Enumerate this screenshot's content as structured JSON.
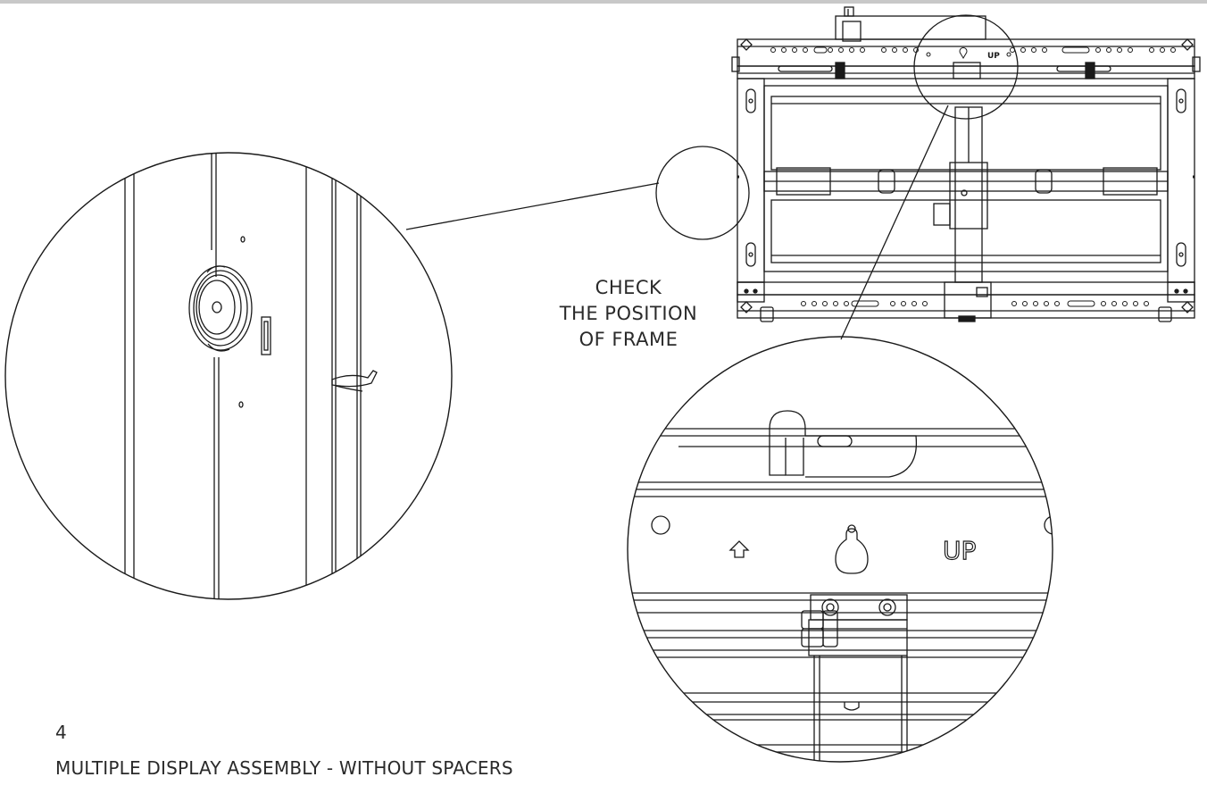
{
  "callout": {
    "line1": "CHECK",
    "line2": "THE POSITION",
    "line3": "OF FRAME"
  },
  "frame_label": "UP",
  "detail_label": "UP",
  "step": {
    "number": "4",
    "title": "MULTIPLE DISPLAY ASSEMBLY - WITHOUT SPACERS"
  },
  "colors": {
    "line": "#1a1a1a",
    "top_bar": "#c8c8c8",
    "background": "#ffffff"
  }
}
